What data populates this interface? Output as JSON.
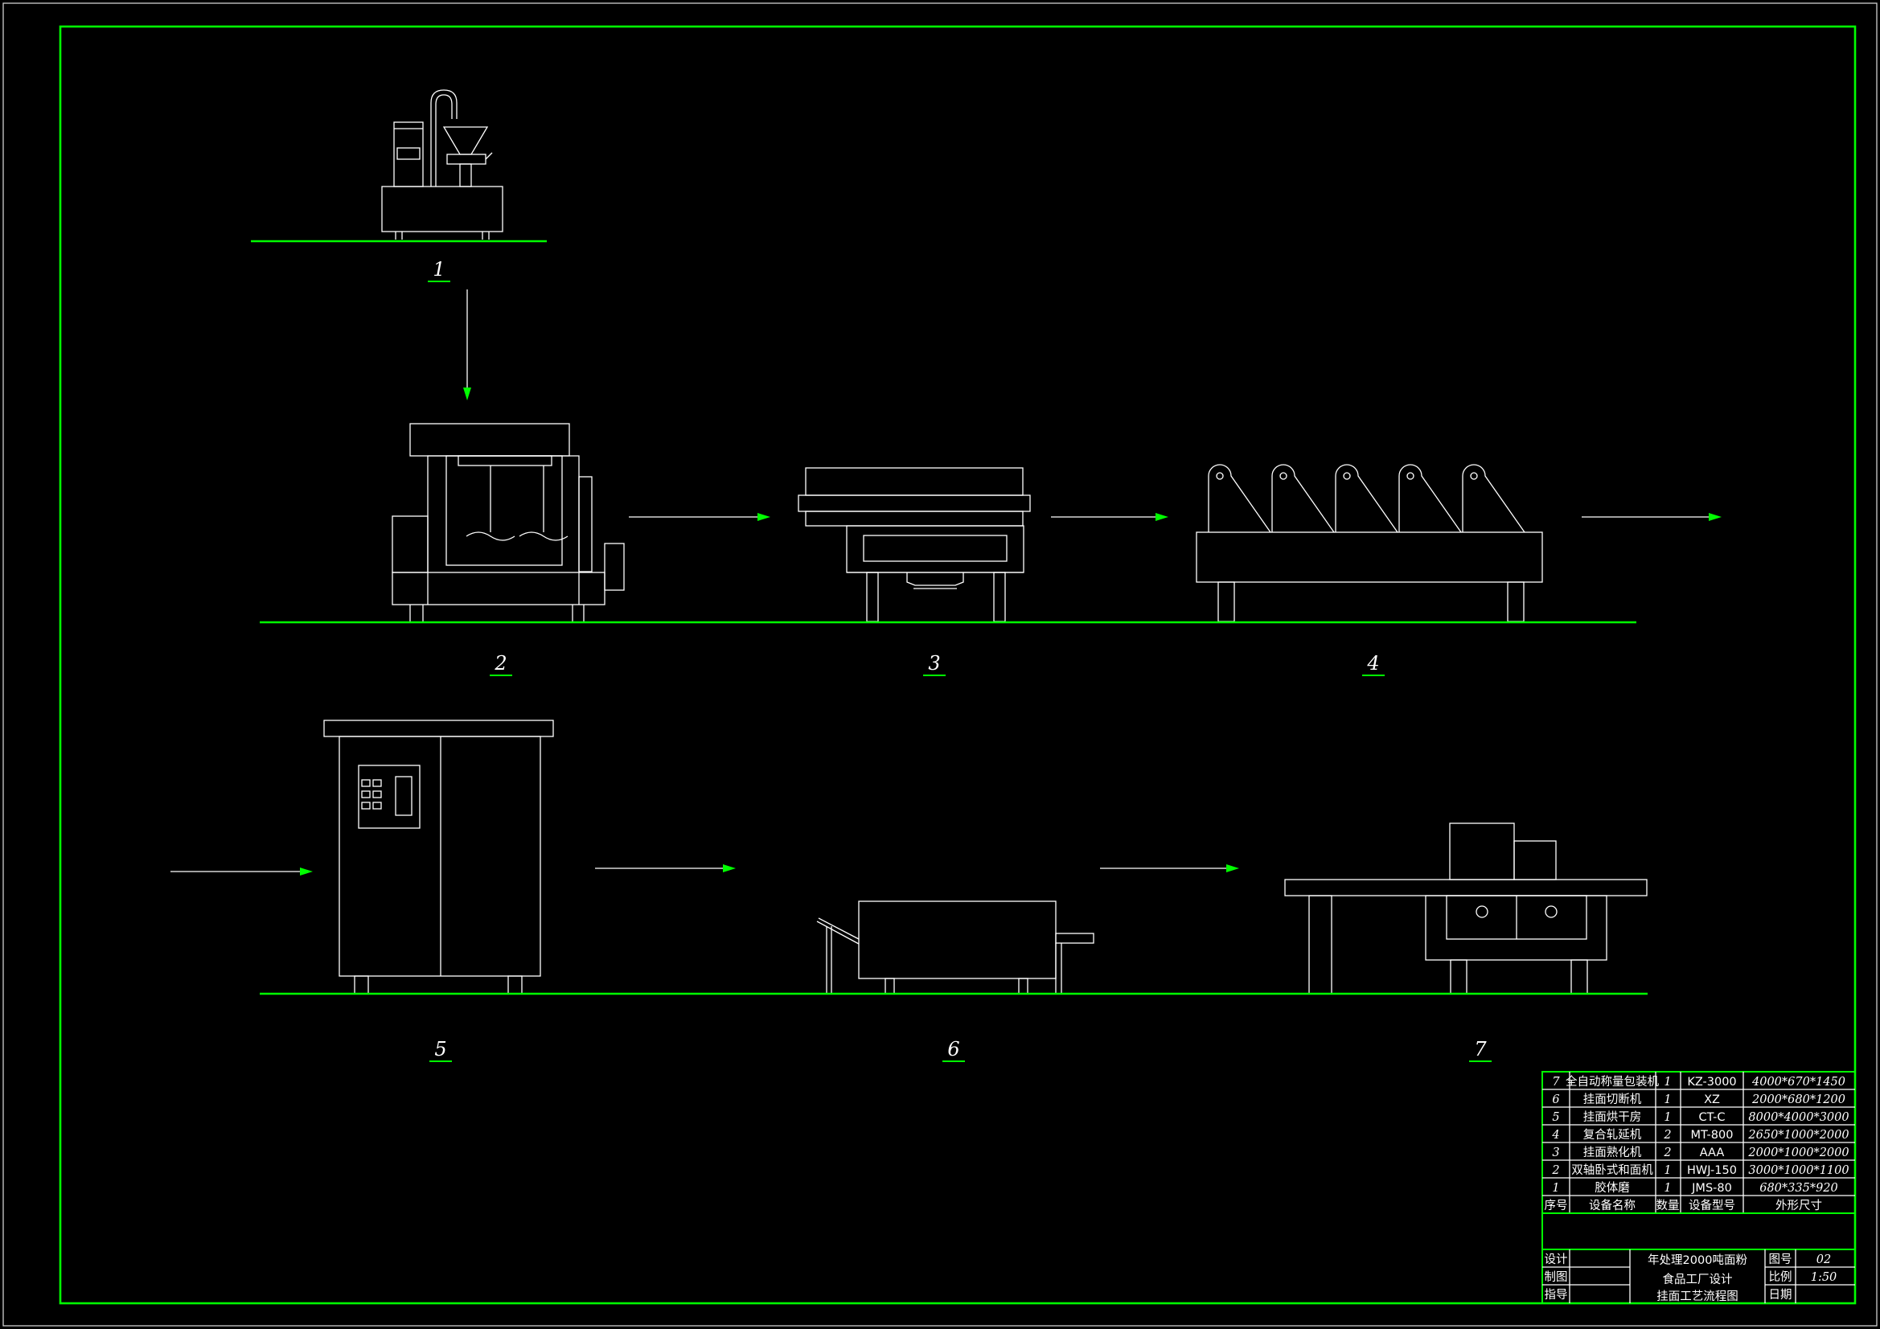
{
  "drawing": {
    "labels": [
      "1",
      "2",
      "3",
      "4",
      "5",
      "6",
      "7"
    ]
  },
  "title_block": {
    "rows": [
      {
        "no": "7",
        "name": "全自动称量包装机",
        "qty": "1",
        "model": "KZ-3000",
        "dims": "4000*670*1450"
      },
      {
        "no": "6",
        "name": "挂面切断机",
        "qty": "1",
        "model": "XZ",
        "dims": "2000*680*1200"
      },
      {
        "no": "5",
        "name": "挂面烘干房",
        "qty": "1",
        "model": "CT-C",
        "dims": "8000*4000*3000"
      },
      {
        "no": "4",
        "name": "复合轧延机",
        "qty": "2",
        "model": "MT-800",
        "dims": "2650*1000*2000"
      },
      {
        "no": "3",
        "name": "挂面熟化机",
        "qty": "2",
        "model": "AAA",
        "dims": "2000*1000*2000"
      },
      {
        "no": "2",
        "name": "双轴卧式和面机",
        "qty": "1",
        "model": "HWJ-150",
        "dims": "3000*1000*1100"
      },
      {
        "no": "1",
        "name": "胶体磨",
        "qty": "1",
        "model": "JMS-80",
        "dims": "680*335*920"
      }
    ],
    "header": {
      "no": "序号",
      "name": "设备名称",
      "qty": "数量",
      "model": "设备型号",
      "dims": "外形尺寸"
    },
    "design_label": "设计",
    "draft_label": "制图",
    "guide_label": "指导",
    "project_title": "年处理2000吨面粉",
    "project_subtitle": "食品工厂设计",
    "drawing_name": "挂面工艺流程图",
    "drawing_no_label": "图号",
    "drawing_no": "02",
    "scale_label": "比例",
    "scale": "1:50",
    "date_label": "日期",
    "date": ""
  },
  "colors": {
    "background": "#000000",
    "frame": "#00ff00",
    "linework": "#ffffff"
  }
}
